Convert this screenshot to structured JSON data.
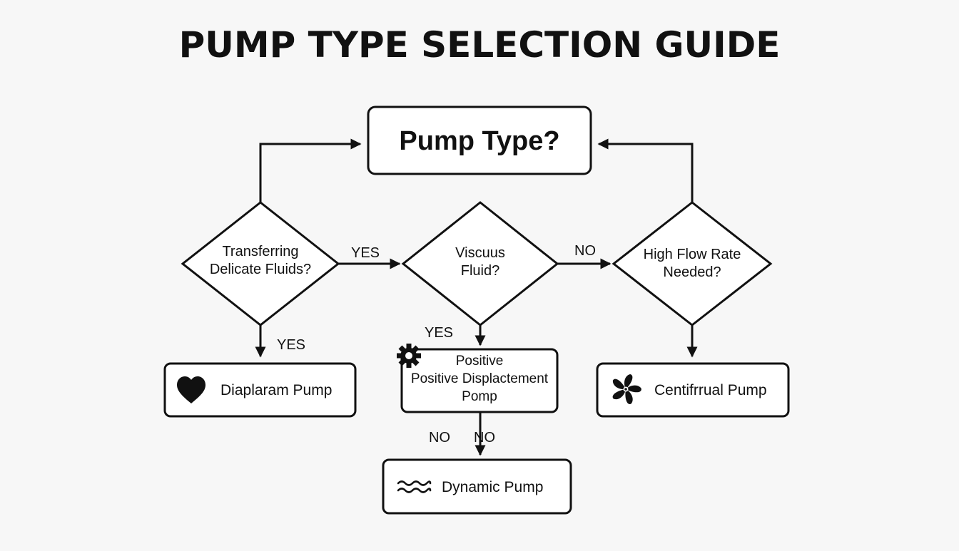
{
  "title": "PUMP TYPE SELECTION GUIDE",
  "nodes": {
    "start": "Pump Type?",
    "delicate": "Transferring Delicate Fluids?",
    "viscous": "Viscuus Fluid?",
    "flow": "High Flow Rate Needed?",
    "diaphragm": "Diaplaram Pump",
    "positive_line1": "Positive",
    "positive_line2": "Positive Displactement",
    "positive_line3": "Pomp",
    "centrifugal": "Centifrrual Pump",
    "dynamic": "Dynamic Pump"
  },
  "edges": {
    "delicate_to_viscous": "YES",
    "viscous_to_flow": "NO",
    "delicate_to_diaphragm": "YES",
    "viscous_to_positive": "YES",
    "positive_no_left": "NO",
    "positive_no_right": "NO"
  },
  "icons": {
    "diaphragm": "heart-icon",
    "positive": "gear-icon",
    "centrifugal": "fan-icon",
    "dynamic": "waves-icon"
  },
  "colors": {
    "line": "#111111",
    "background": "#f7f7f7"
  }
}
